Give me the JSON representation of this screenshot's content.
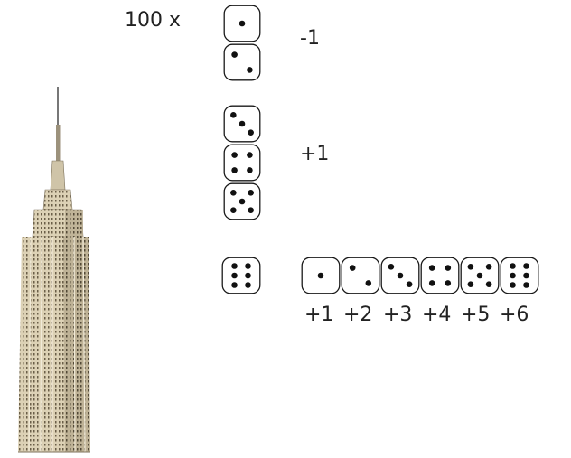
{
  "multiplier_label": "100 x",
  "rules": [
    {
      "faces": [
        1,
        2
      ],
      "score_label": "-1"
    },
    {
      "faces": [
        3,
        4,
        5
      ],
      "score_label": "+1"
    }
  ],
  "six_row": {
    "trigger_face": 6,
    "reroll_faces": [
      1,
      2,
      3,
      4,
      5,
      6
    ],
    "reroll_labels": [
      "+1",
      "+2",
      "+3",
      "+4",
      "+5",
      "+6"
    ]
  },
  "colors": {
    "die_stroke": "#1a1a1a",
    "pip": "#111111",
    "text": "#222222",
    "building_face": "#d9cdb0",
    "building_shadow": "#8a7d62",
    "building_window": "#5a5040"
  },
  "illustration": "empire-state-building"
}
